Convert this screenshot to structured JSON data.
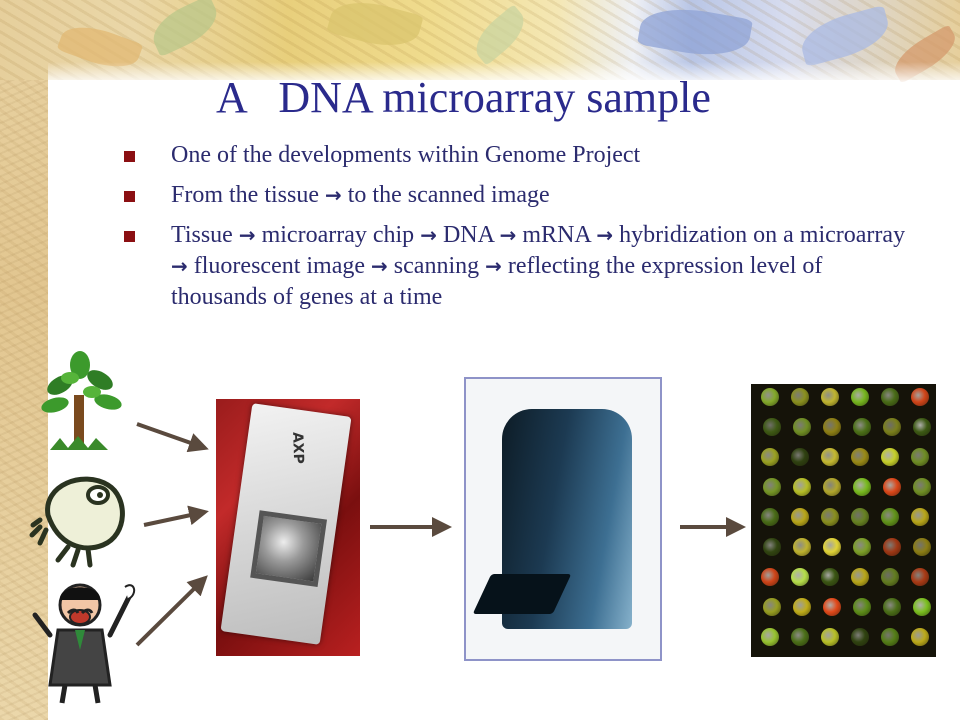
{
  "slide": {
    "title": "A   DNA microarray sample",
    "bullets": [
      {
        "parts": [
          "One of the developments within Genome Project"
        ]
      },
      {
        "parts": [
          "From the tissue ",
          " to the scanned image"
        ]
      },
      {
        "parts": [
          "Tissue ",
          " microarray chip ",
          " DNA ",
          " mRNA ",
          " hybridization on a microarray ",
          " fluorescent image ",
          " scanning ",
          " reflecting the expression level of thousands of genes at a time"
        ]
      }
    ],
    "arrow_glyph": "→",
    "chip_label": "AXP"
  },
  "colors": {
    "title": "#2a2a8c",
    "text": "#2b2b6e",
    "bullet": "#8b0f12",
    "arrow": "#5a4a3e"
  },
  "icons": [
    "tree-clipart",
    "frog-clipart",
    "scientist-clipart",
    "microarray-chip-photo",
    "scanner-photo",
    "fluorescent-microarray-photo"
  ]
}
